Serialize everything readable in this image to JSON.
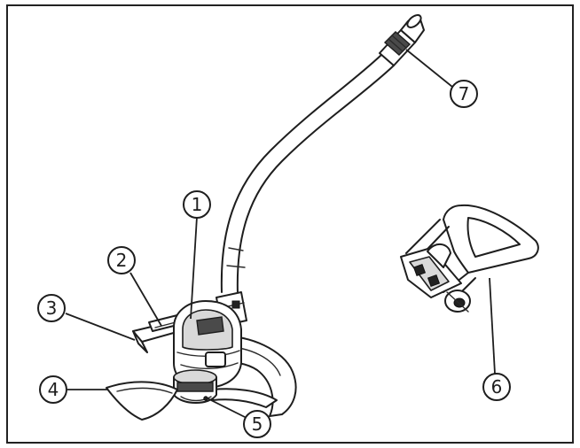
{
  "callouts": [
    {
      "label": "1"
    },
    {
      "label": "2"
    },
    {
      "label": "3"
    },
    {
      "label": "4"
    },
    {
      "label": "5"
    },
    {
      "label": "6"
    },
    {
      "label": "7"
    }
  ],
  "colors": {
    "line": "#1e1e1e",
    "background": "#ffffff",
    "dark_part": "#4a4a4a",
    "light_part": "#d9d9d9"
  }
}
